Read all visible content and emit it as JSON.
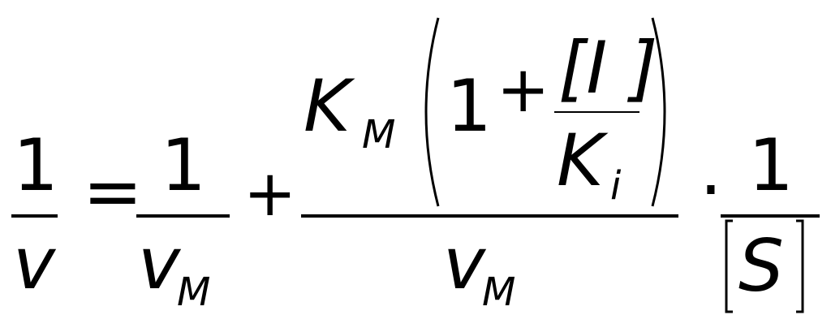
{
  "equation": {
    "lhs": {
      "numerator": "1",
      "denominator": "v"
    },
    "equals": "=",
    "term1": {
      "numerator": "1",
      "denominator": "v",
      "denominator_sub": "M"
    },
    "plus": "+",
    "term2": {
      "km": "K",
      "km_sub": "M",
      "one": "1",
      "inner_plus": "+",
      "inhibitor": "[I ]",
      "ki": "K",
      "ki_sub": "i",
      "denominator": "v",
      "denominator_sub": "M"
    },
    "dot": "·",
    "term3": {
      "numerator": "1",
      "substrate": "S"
    }
  }
}
